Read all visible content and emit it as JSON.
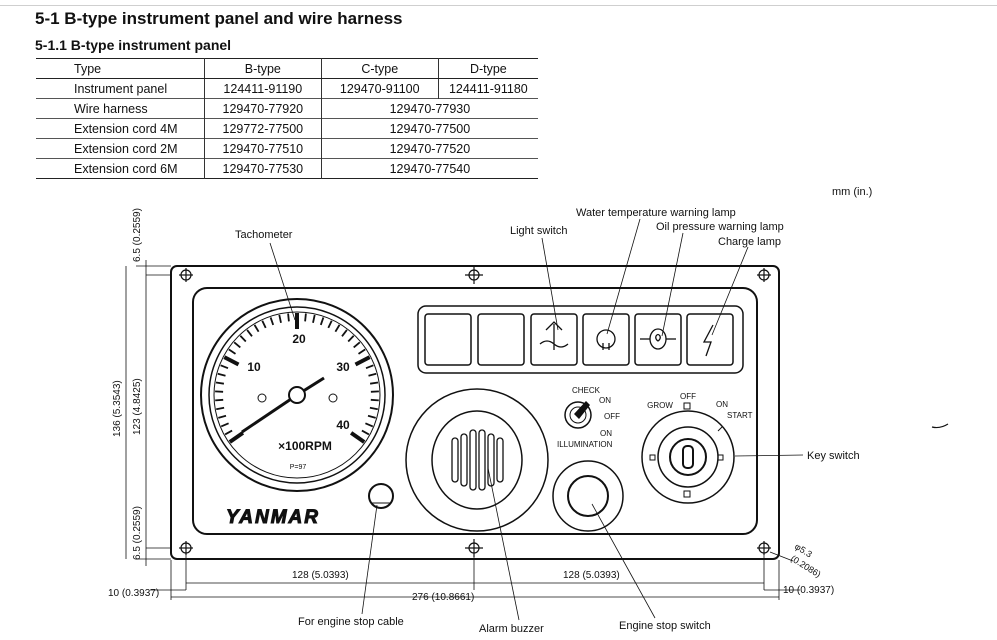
{
  "section_title": "5-1 B-type instrument panel and wire harness",
  "subsection_title": "5-1.1 B-type instrument panel",
  "table": {
    "headers": [
      "Type",
      "B-type",
      "C-type",
      "D-type"
    ],
    "rows": [
      {
        "name": "Instrument panel",
        "b": "124411-91190",
        "c": "129470-91100",
        "d": "124411-91180"
      },
      {
        "name": "Wire harness",
        "b": "129470-77920",
        "cd": "129470-77930"
      },
      {
        "name": "Extension cord 4M",
        "b": "129772-77500",
        "cd": "129470-77500"
      },
      {
        "name": "Extension cord 2M",
        "b": "129470-77510",
        "cd": "129470-77520"
      },
      {
        "name": "Extension cord 6M",
        "b": "129470-77530",
        "cd": "129470-77540"
      }
    ]
  },
  "unit_note": "mm (in.)",
  "labels": {
    "tachometer": "Tachometer",
    "light_switch": "Light switch",
    "water_temp_lamp": "Water temperature warning lamp",
    "oil_pressure_lamp": "Oil pressure warning lamp",
    "charge_lamp": "Charge lamp",
    "key_switch": "Key switch",
    "engine_stop_cable": "For engine stop cable",
    "alarm_buzzer": "Alarm buzzer",
    "engine_stop_switch": "Engine stop switch"
  },
  "gauge": {
    "ticks": [
      "10",
      "20",
      "30",
      "40"
    ],
    "unit": "×100RPM",
    "code": "P=97"
  },
  "brand": "YANMAR",
  "light_switch_positions": {
    "check": "CHECK",
    "on_top": "ON",
    "off": "OFF",
    "on_bottom": "ON",
    "illumination": "ILLUMINATION"
  },
  "key_switch_positions": {
    "off": "OFF",
    "on": "ON",
    "grow": "GROW",
    "start": "START"
  },
  "dimensions": {
    "top_margin": "6.5 (0.2559)",
    "bottom_margin": "6.5 (0.2559)",
    "inner_height": "123 (4.8425)",
    "total_height": "136 (5.3543)",
    "half_width_left": "128 (5.0393)",
    "half_width_right": "128 (5.0393)",
    "total_width": "276 (10.8661)",
    "left_edge": "10 (0.3937)",
    "right_edge": "10 (0.3937)",
    "hole_dia": "φ5.3",
    "hole_dia_in": "(0.2086)"
  }
}
